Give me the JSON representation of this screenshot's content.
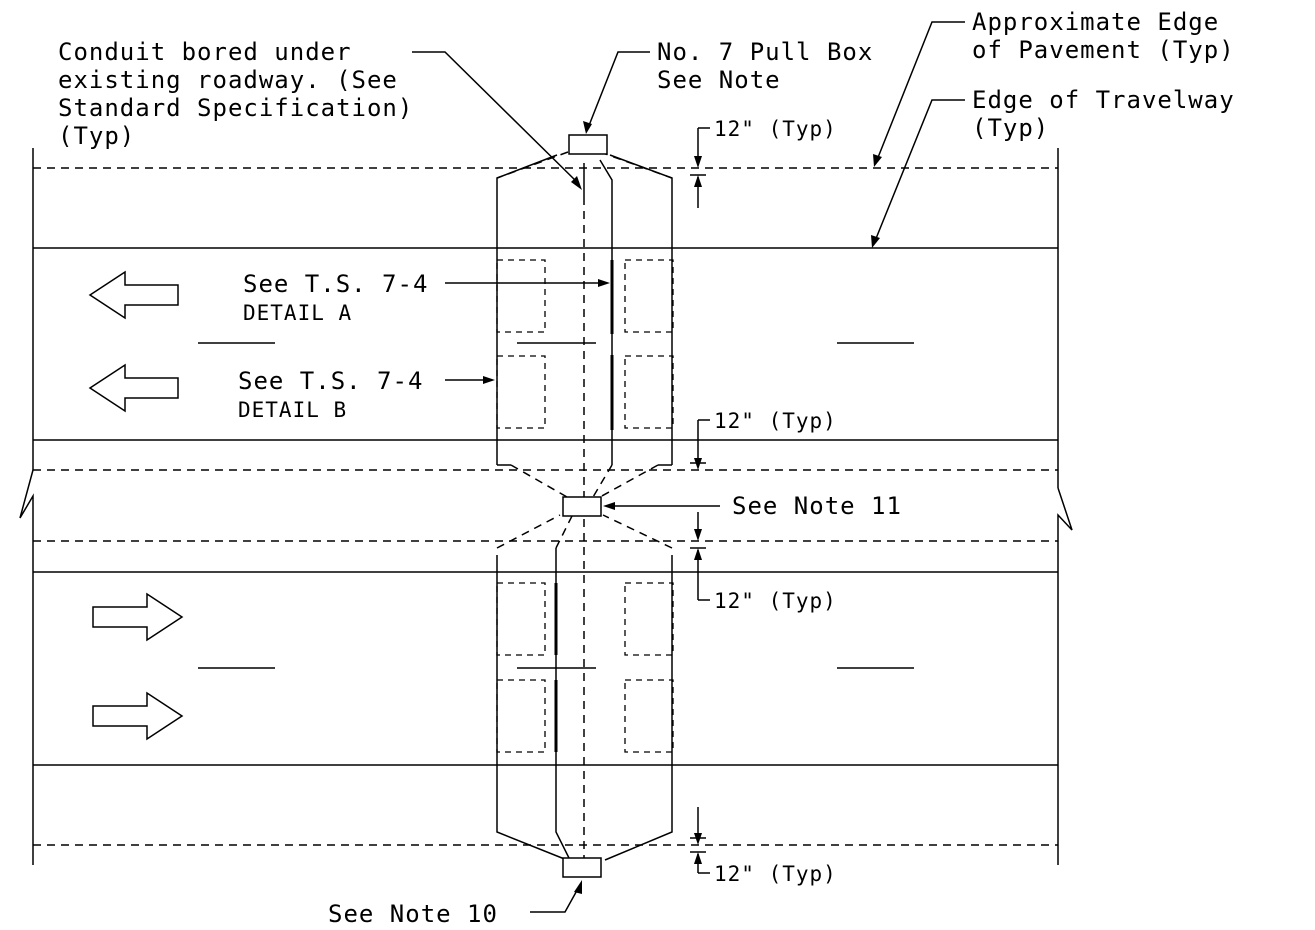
{
  "labels": {
    "conduit_note": [
      "Conduit bored under",
      "existing roadway. (See",
      "Standard Specification)",
      "(Typ)"
    ],
    "pull_box": [
      "No. 7 Pull Box",
      "See Note"
    ],
    "edge_pavement": [
      "Approximate Edge",
      "of Pavement (Typ)"
    ],
    "edge_travelway": [
      "Edge of Travelway",
      "(Typ)"
    ],
    "detail_a": [
      "See T.S. 7-4",
      "DETAIL A"
    ],
    "detail_b": [
      "See T.S. 7-4",
      "DETAIL B"
    ],
    "typ_1": "12\" (Typ)",
    "typ_2": "12\" (Typ)",
    "typ_3": "12\" (Typ)",
    "typ_4": "12\" (Typ)",
    "note_11": "See Note 11",
    "note_10": "See Note 10"
  },
  "icons": {
    "left_arrow": "left-arrow-icon",
    "right_arrow": "right-arrow-icon"
  },
  "colors": {
    "line": "#000000",
    "background": "#ffffff"
  }
}
